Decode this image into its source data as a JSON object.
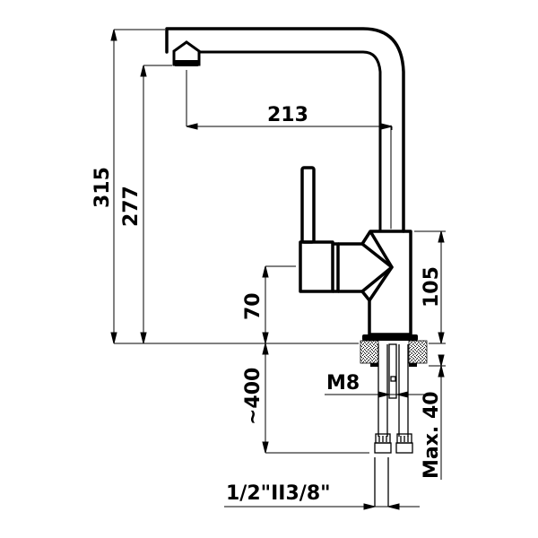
{
  "diagram": {
    "subject": "kitchen faucet dimension drawing",
    "colors": {
      "line": "#000000",
      "background": "#ffffff"
    },
    "dimensions": {
      "total_height": "315",
      "spout_outlet_height": "277",
      "spout_reach": "213",
      "body_height": "105",
      "handle_axis_height": "70",
      "hose_length": "~400",
      "mounting_stud": "M8",
      "max_counter_thickness": "Max. 40",
      "connections": "1/2\"II3/8\""
    }
  }
}
